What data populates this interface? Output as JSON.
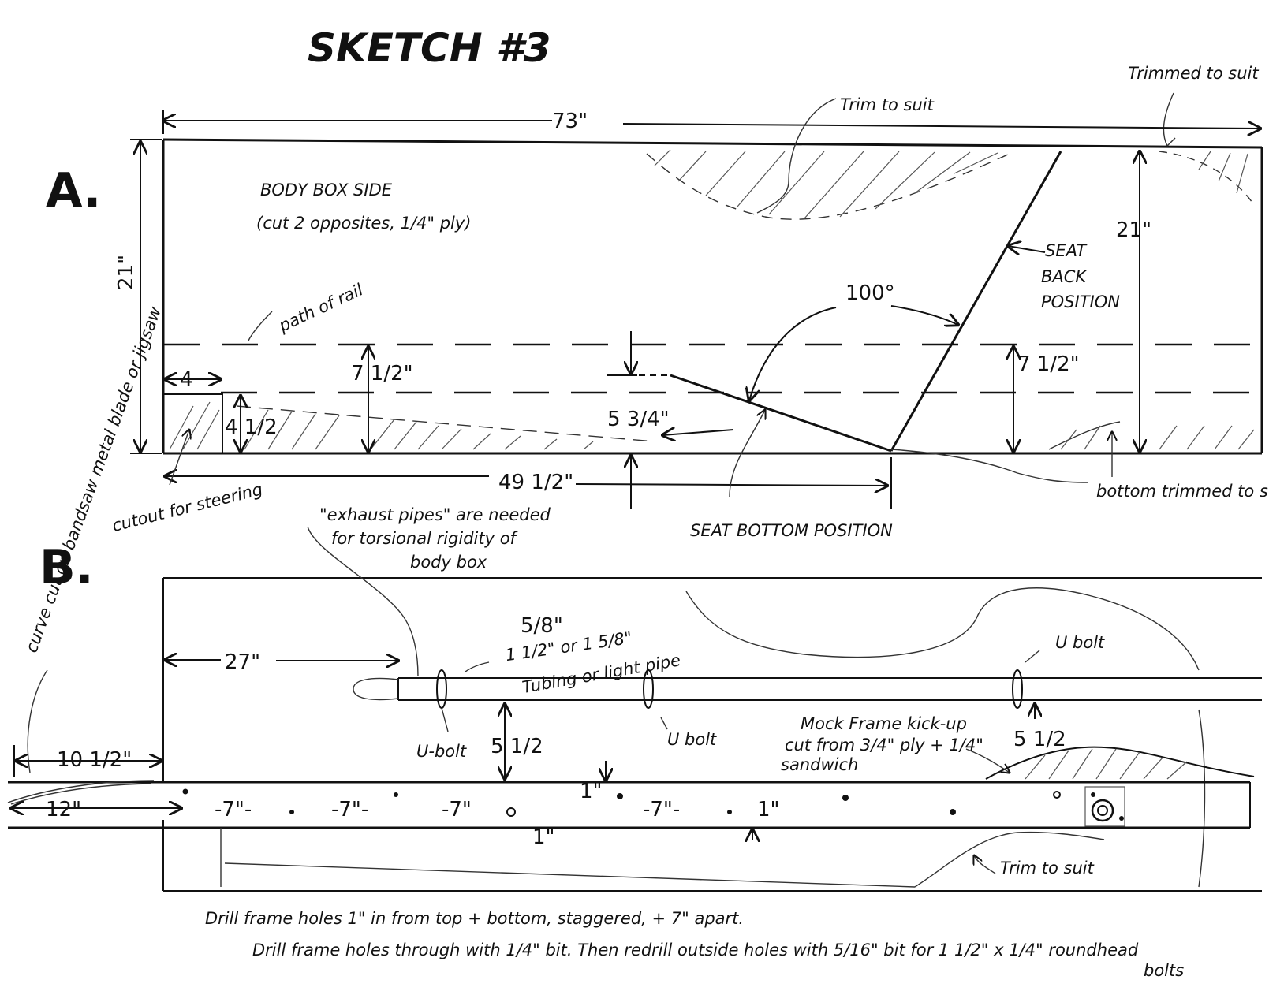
{
  "title": "SKETCH #3",
  "section_a": {
    "label": "A.",
    "heading": "BODY BOX SIDE",
    "subheading": "(cut 2 opposites, 1/4\" ply)",
    "dim_width": "73\"",
    "dim_height_left": "21\"",
    "dim_height_right": "21\"",
    "dim_cutout_width": "4",
    "dim_cutout_height": "4 1/2",
    "dim_rail_left": "7 1/2\"",
    "dim_rail_right": "7 1/2\"",
    "dim_seat_drop": "5 3/4\"",
    "dim_bottom_length": "49 1/2\"",
    "angle": "100°",
    "path_of_rail": "path of rail",
    "seat_back_position": "SEAT BACK POSITION",
    "seat_bottom_position": "SEAT BOTTOM POSITION",
    "trim_to_suit_top": "Trim to suit",
    "trimmed_to_suit": "Trimmed to suit",
    "bottom_trimmed": "bottom trimmed to suit design",
    "cutout_for_steering": "cutout for steering"
  },
  "section_b": {
    "label": "B.",
    "exhaust_note": "\"exhaust pipes\" are needed for torsional rigidity of body box",
    "curve_cut_note": "curve cut on bandsaw metal blade or jigsaw",
    "dim_27": "27\"",
    "dim_10_half": "10 1/2\"",
    "dim_12": "12\"",
    "tubing_note_1": "5/8\"",
    "tubing_note_2": "1 1/2\" or 1 5/8\"",
    "tubing_note_3": "Tubing or light pipe",
    "u_bolt_1": "U-bolt",
    "u_bolt_2": "U bolt",
    "u_bolt_3": "U bolt",
    "dim_5_half_left": "5 1/2",
    "dim_5_half_right": "5 1/2",
    "hole_spacing": [
      "-7\"-",
      "-7\"-",
      "-7\"",
      "-7\"-"
    ],
    "dim_1_a": "1\"",
    "dim_1_b": "1\"",
    "dim_1_c": "1\"",
    "mock_frame_note": "Mock Frame kick-up cut from 3/4\" ply + 1/4\" sandwich",
    "trim_to_suit_bottom": "Trim to suit"
  },
  "notes": {
    "line_1": "Drill frame holes 1\" in from top + bottom, staggered, + 7\" apart.",
    "line_2": "Drill frame holes through with 1/4\" bit. Then redrill outside holes with 5/16\" bit for 1 1/2\" x 1/4\" roundhead",
    "line_3": "bolts"
  }
}
